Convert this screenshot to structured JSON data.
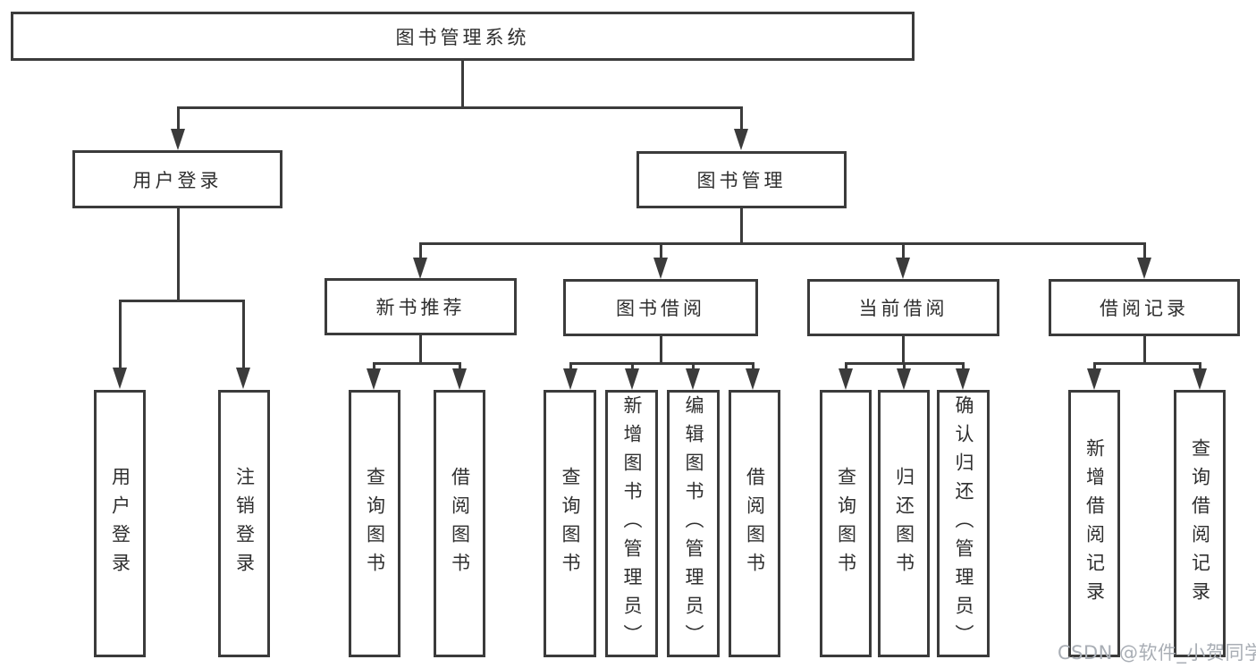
{
  "colors": {
    "line": "#3b3b3b",
    "text": "#2f2f2f",
    "watermark": "#a9aeb5",
    "background": "#ffffff"
  },
  "tree": {
    "root": {
      "label": "图书管理系统"
    },
    "branches": [
      {
        "label": "用户登录",
        "children": [
          {
            "label": "用户登录"
          },
          {
            "label": "注销登录"
          }
        ]
      },
      {
        "label": "图书管理",
        "children": [
          {
            "label": "新书推荐",
            "children": [
              {
                "label": "查询图书"
              },
              {
                "label": "借阅图书"
              }
            ]
          },
          {
            "label": "图书借阅",
            "children": [
              {
                "label": "查询图书"
              },
              {
                "label": "新增图书（管理员）"
              },
              {
                "label": "编辑图书（管理员）"
              },
              {
                "label": "借阅图书"
              }
            ]
          },
          {
            "label": "当前借阅",
            "children": [
              {
                "label": "查询图书"
              },
              {
                "label": "归还图书"
              },
              {
                "label": "确认归还（管理员）"
              }
            ]
          },
          {
            "label": "借阅记录",
            "children": [
              {
                "label": "新增借阅记录"
              },
              {
                "label": "查询借阅记录"
              }
            ]
          }
        ]
      }
    ]
  },
  "watermark": {
    "text": "CSDN @软件_小贺同学"
  }
}
